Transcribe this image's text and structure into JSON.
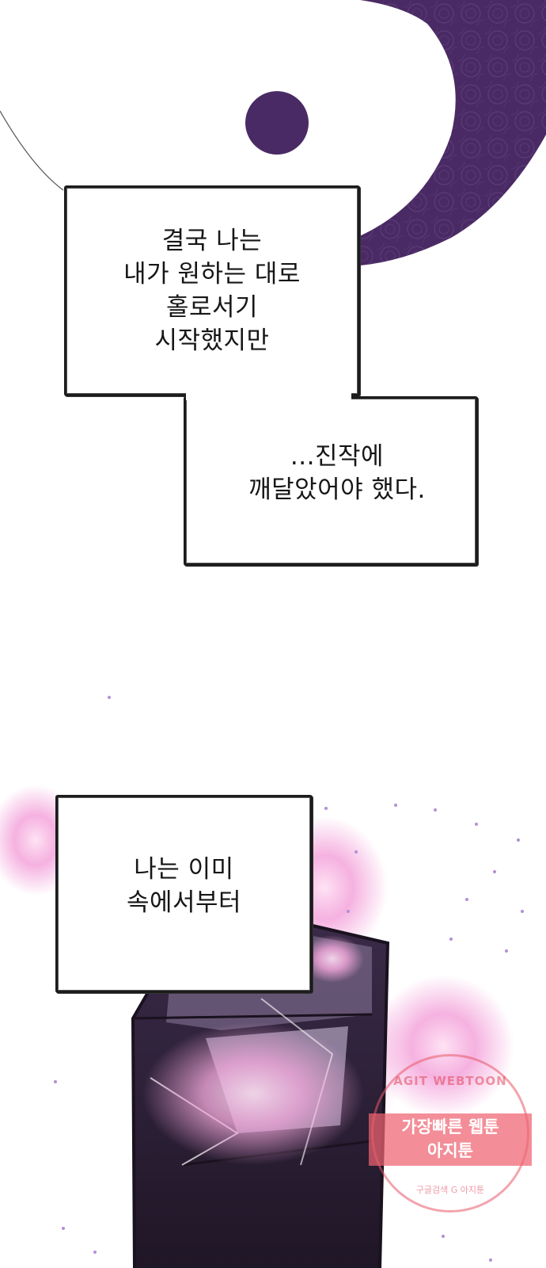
{
  "caption_box_1": {
    "text": "결국 나는\n내가 원하는 대로\n홀로서기\n시작했지만"
  },
  "caption_box_2": {
    "text": "...진작에\n깨달았어야 했다."
  },
  "caption_box_3": {
    "text": "나는 이미\n속에서부터"
  },
  "watermark": {
    "top_text": "AGIT WEBTOON",
    "line1": "가장빠른 웹툰",
    "line2": "아지툰",
    "bottom_text": "구글검색  G  아지툰"
  },
  "colors": {
    "moon_purple": "#4a2a64",
    "pink_flame": "#f2a6d8",
    "dark_structure": "#2b2030"
  }
}
